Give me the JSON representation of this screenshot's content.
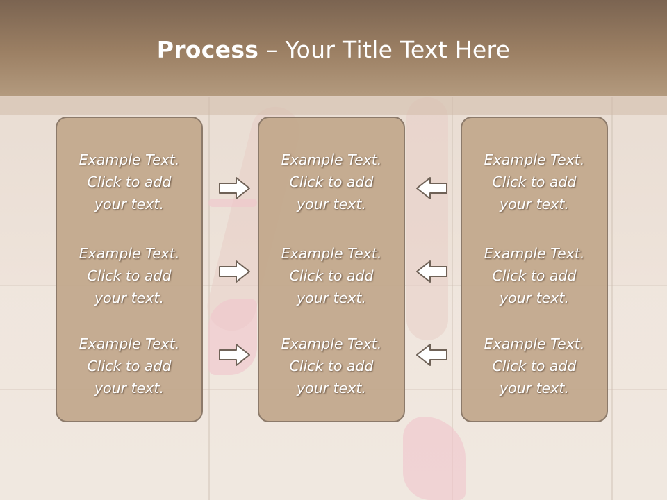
{
  "title": {
    "bold": "Process",
    "rest": " – Your Title Text Here"
  },
  "columns": [
    {
      "items": [
        {
          "line1": "Example Text.",
          "line2": "Click  to add",
          "line3": "your text."
        },
        {
          "line1": "Example Text.",
          "line2": "Click  to add",
          "line3": "your text."
        },
        {
          "line1": "Example Text.",
          "line2": "Click  to add",
          "line3": "your text."
        }
      ]
    },
    {
      "items": [
        {
          "line1": "Example Text.",
          "line2": "Click  to add",
          "line3": "your text."
        },
        {
          "line1": "Example Text.",
          "line2": "Click  to add",
          "line3": "your text."
        },
        {
          "line1": "Example Text.",
          "line2": "Click  to add",
          "line3": "your text."
        }
      ]
    },
    {
      "items": [
        {
          "line1": "Example Text.",
          "line2": "Click  to add",
          "line3": "your text."
        },
        {
          "line1": "Example Text.",
          "line2": "Click  to add",
          "line3": "your text."
        },
        {
          "line1": "Example Text.",
          "line2": "Click  to add",
          "line3": "your text."
        }
      ]
    }
  ],
  "icons": {
    "left_arrows": "arrow-right-icon",
    "right_arrows": "arrow-left-icon"
  },
  "colors": {
    "header": "#9c8064",
    "panel": "#c1a78b",
    "panel_border": "#8c7a6a",
    "text": "#ffffff"
  }
}
